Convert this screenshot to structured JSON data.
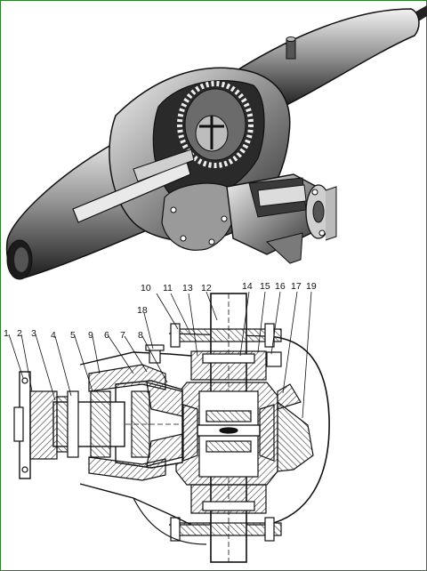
{
  "figure": {
    "top_view": {
      "type": "cutaway-illustration"
    },
    "bottom_view": {
      "type": "sectional-drawing",
      "callouts": [
        "1",
        "2",
        "3",
        "4",
        "5",
        "6",
        "7",
        "8",
        "9",
        "10",
        "11",
        "12",
        "13",
        "14",
        "15",
        "16",
        "17",
        "18",
        "19"
      ]
    }
  },
  "colors": {
    "line": "#111111",
    "frame": "#2f7d2f",
    "shade_dark": "#2a2a2a",
    "shade_mid": "#8a8a8a",
    "hatch": "#444444"
  }
}
